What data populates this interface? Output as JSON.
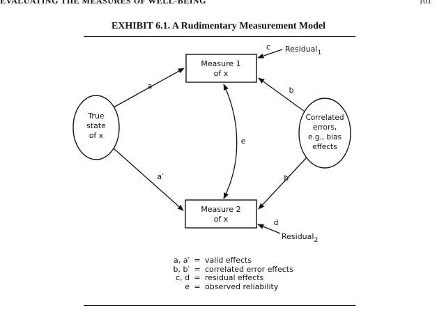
{
  "page": {
    "running_head": "EVALUATING THE MEASURES OF WELL-BEING",
    "page_number": "101",
    "exhibit_title": "EXHIBIT 6.1. A Rudimentary Measurement Model"
  },
  "nodes": {
    "true_state": [
      "True",
      "state",
      "of x"
    ],
    "correlated_errors": [
      "Correlated",
      "errors,",
      "e.g., bias",
      "effects"
    ],
    "measure1": [
      "Measure 1",
      "of x"
    ],
    "measure2": [
      "Measure 2",
      "of x"
    ]
  },
  "residuals": {
    "r1_label": "Residual",
    "r1_sub": "1",
    "r2_label": "Residual",
    "r2_sub": "2"
  },
  "edge_labels": {
    "a": "a",
    "a_prime": "a′",
    "b": "b",
    "b_prime": "b′",
    "c": "c",
    "d": "d",
    "e": "e"
  },
  "legend": [
    {
      "keys": "a, a′",
      "eq": "=",
      "desc": "valid effects"
    },
    {
      "keys": "b, b′",
      "eq": "=",
      "desc": "correlated error effects"
    },
    {
      "keys": "c, d",
      "eq": "=",
      "desc": "residual effects"
    },
    {
      "keys": "e",
      "eq": "=",
      "desc": "observed reliability"
    }
  ]
}
